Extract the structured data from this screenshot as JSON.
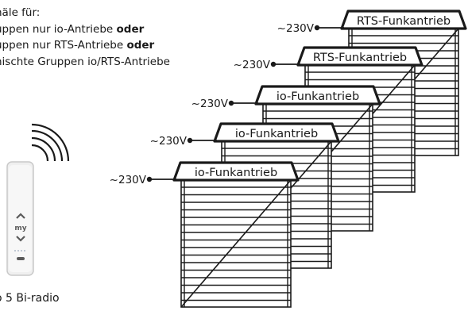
{
  "intro": {
    "line1": "näle für:",
    "line2": "uppen nur io-Antriebe ",
    "line2_bold": "oder",
    "line3": "uppen nur RTS-Antriebe ",
    "line3_bold": "oder",
    "line4": "nischte Gruppen io/RTS-Antriebe"
  },
  "remote": {
    "name": "o 5 Bi-radio",
    "button_my": "my",
    "icon_up": "chevron-up-icon",
    "icon_down": "chevron-down-icon"
  },
  "units": [
    {
      "voltage": "~230V",
      "label": "RTS-Funkantrieb"
    },
    {
      "voltage": "~230V",
      "label": "RTS-Funkantrieb"
    },
    {
      "voltage": "~230V",
      "label": "io-Funkantrieb"
    },
    {
      "voltage": "~230V",
      "label": "io-Funkantrieb"
    },
    {
      "voltage": "~230V",
      "label": "io-Funkantrieb"
    }
  ]
}
